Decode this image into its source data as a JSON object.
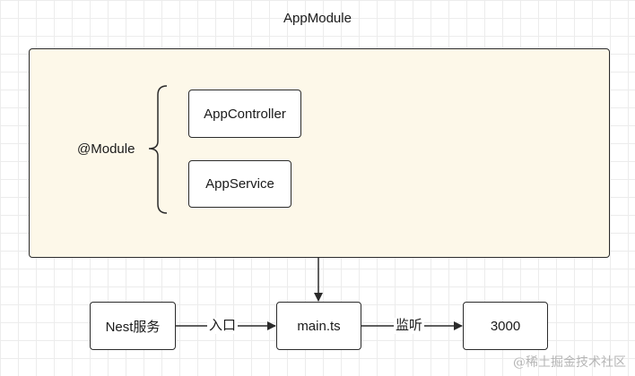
{
  "title": "AppModule",
  "module": {
    "decorator_label": "@Module",
    "controller": "AppController",
    "service": "AppService"
  },
  "flow": {
    "source": "Nest服务",
    "entry_label": "入口",
    "main": "main.ts",
    "listen_label": "监听",
    "port": "3000"
  },
  "watermark": "@稀土掘金技术社区",
  "colors": {
    "module_fill": "#fdf8e9",
    "stroke": "#2b2b2b",
    "grid": "#ececec"
  }
}
